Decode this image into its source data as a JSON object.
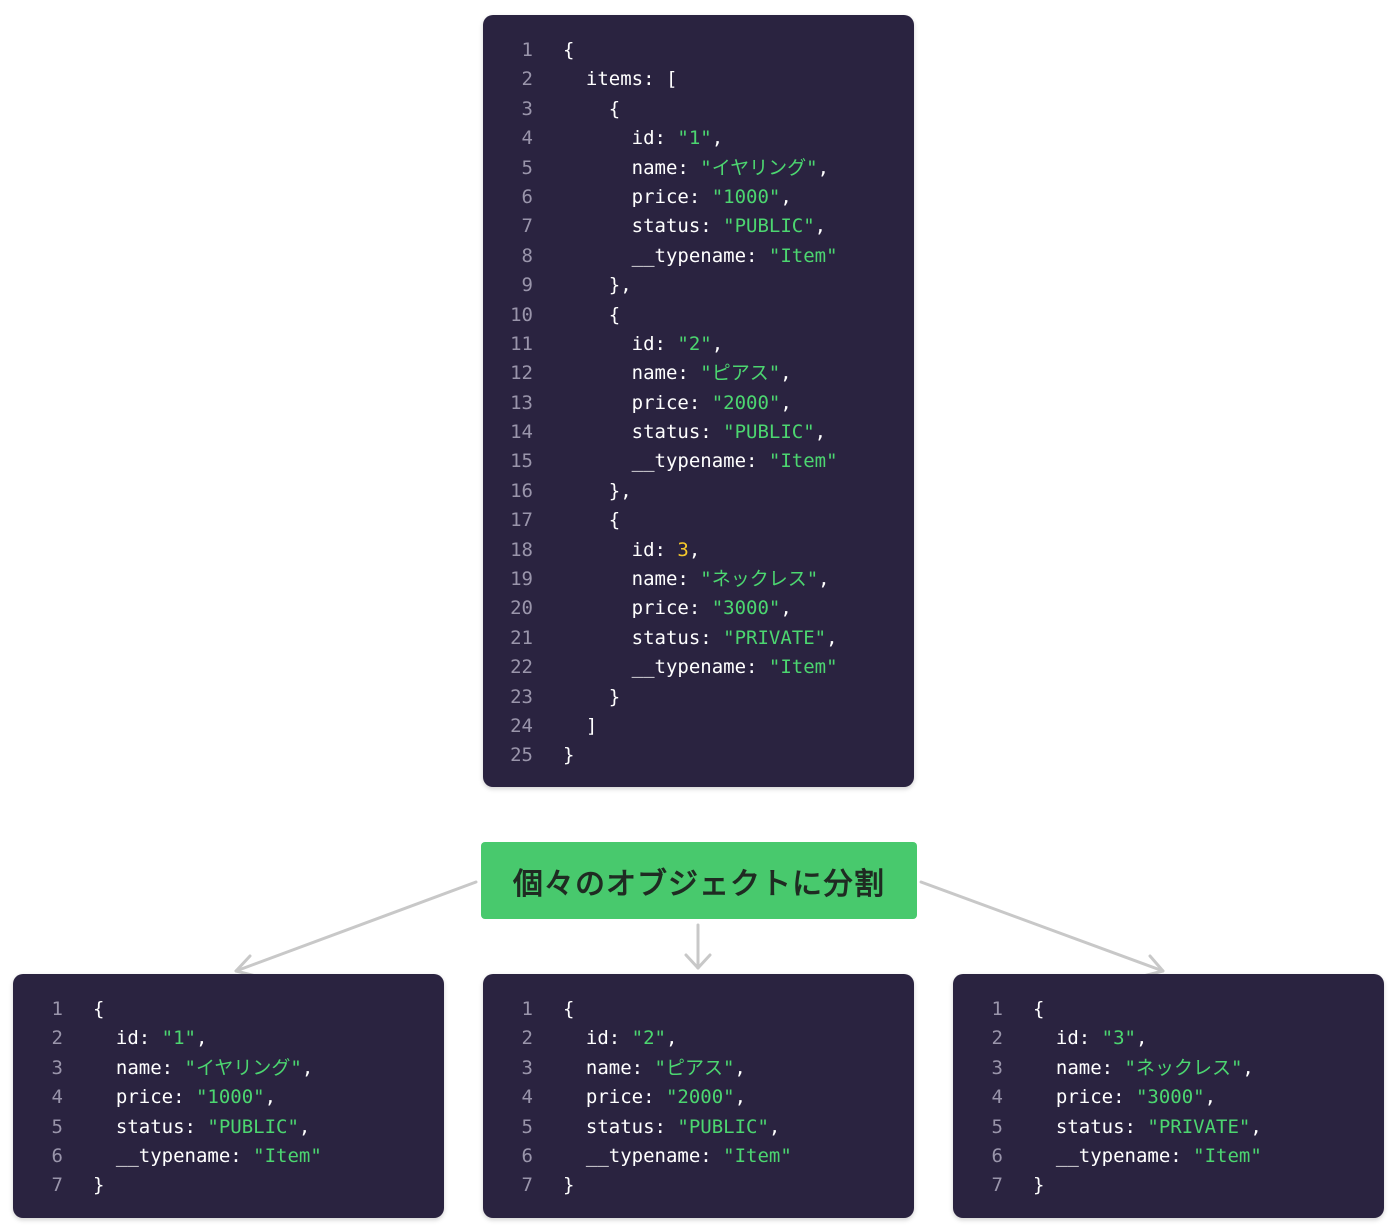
{
  "split_label": "個々のオブジェクトに分割",
  "colors": {
    "panel_bg": "#2a2340",
    "line_number": "#9a95ab",
    "plain_text": "#ffffff",
    "string": "#4cd670",
    "number": "#f5c82b",
    "label_bg": "#48c96d",
    "arrow": "#c8c8c8"
  },
  "main_code": [
    {
      "num": "1",
      "tokens": [
        [
          "plain",
          "{"
        ]
      ]
    },
    {
      "num": "2",
      "tokens": [
        [
          "plain",
          "  items: ["
        ]
      ]
    },
    {
      "num": "3",
      "tokens": [
        [
          "plain",
          "    {"
        ]
      ]
    },
    {
      "num": "4",
      "tokens": [
        [
          "plain",
          "      id: "
        ],
        [
          "str",
          "\"1\""
        ],
        [
          "plain",
          ","
        ]
      ]
    },
    {
      "num": "5",
      "tokens": [
        [
          "plain",
          "      name: "
        ],
        [
          "str",
          "\"イヤリング\""
        ],
        [
          "plain",
          ","
        ]
      ]
    },
    {
      "num": "6",
      "tokens": [
        [
          "plain",
          "      price: "
        ],
        [
          "str",
          "\"1000\""
        ],
        [
          "plain",
          ","
        ]
      ]
    },
    {
      "num": "7",
      "tokens": [
        [
          "plain",
          "      status: "
        ],
        [
          "str",
          "\"PUBLIC\""
        ],
        [
          "plain",
          ","
        ]
      ]
    },
    {
      "num": "8",
      "tokens": [
        [
          "plain",
          "      __typename: "
        ],
        [
          "str",
          "\"Item\""
        ]
      ]
    },
    {
      "num": "9",
      "tokens": [
        [
          "plain",
          "    },"
        ]
      ]
    },
    {
      "num": "10",
      "tokens": [
        [
          "plain",
          "    {"
        ]
      ]
    },
    {
      "num": "11",
      "tokens": [
        [
          "plain",
          "      id: "
        ],
        [
          "str",
          "\"2\""
        ],
        [
          "plain",
          ","
        ]
      ]
    },
    {
      "num": "12",
      "tokens": [
        [
          "plain",
          "      name: "
        ],
        [
          "str",
          "\"ピアス\""
        ],
        [
          "plain",
          ","
        ]
      ]
    },
    {
      "num": "13",
      "tokens": [
        [
          "plain",
          "      price: "
        ],
        [
          "str",
          "\"2000\""
        ],
        [
          "plain",
          ","
        ]
      ]
    },
    {
      "num": "14",
      "tokens": [
        [
          "plain",
          "      status: "
        ],
        [
          "str",
          "\"PUBLIC\""
        ],
        [
          "plain",
          ","
        ]
      ]
    },
    {
      "num": "15",
      "tokens": [
        [
          "plain",
          "      __typename: "
        ],
        [
          "str",
          "\"Item\""
        ]
      ]
    },
    {
      "num": "16",
      "tokens": [
        [
          "plain",
          "    },"
        ]
      ]
    },
    {
      "num": "17",
      "tokens": [
        [
          "plain",
          "    {"
        ]
      ]
    },
    {
      "num": "18",
      "tokens": [
        [
          "plain",
          "      id: "
        ],
        [
          "num",
          "3"
        ],
        [
          "plain",
          ","
        ]
      ]
    },
    {
      "num": "19",
      "tokens": [
        [
          "plain",
          "      name: "
        ],
        [
          "str",
          "\"ネックレス\""
        ],
        [
          "plain",
          ","
        ]
      ]
    },
    {
      "num": "20",
      "tokens": [
        [
          "plain",
          "      price: "
        ],
        [
          "str",
          "\"3000\""
        ],
        [
          "plain",
          ","
        ]
      ]
    },
    {
      "num": "21",
      "tokens": [
        [
          "plain",
          "      status: "
        ],
        [
          "str",
          "\"PRIVATE\""
        ],
        [
          "plain",
          ","
        ]
      ]
    },
    {
      "num": "22",
      "tokens": [
        [
          "plain",
          "      __typename: "
        ],
        [
          "str",
          "\"Item\""
        ]
      ]
    },
    {
      "num": "23",
      "tokens": [
        [
          "plain",
          "    }"
        ]
      ]
    },
    {
      "num": "24",
      "tokens": [
        [
          "plain",
          "  ]"
        ]
      ]
    },
    {
      "num": "25",
      "tokens": [
        [
          "plain",
          "}"
        ]
      ]
    }
  ],
  "objects": [
    [
      {
        "num": "1",
        "tokens": [
          [
            "plain",
            "{"
          ]
        ]
      },
      {
        "num": "2",
        "tokens": [
          [
            "plain",
            "  id: "
          ],
          [
            "str",
            "\"1\""
          ],
          [
            "plain",
            ","
          ]
        ]
      },
      {
        "num": "3",
        "tokens": [
          [
            "plain",
            "  name: "
          ],
          [
            "str",
            "\"イヤリング\""
          ],
          [
            "plain",
            ","
          ]
        ]
      },
      {
        "num": "4",
        "tokens": [
          [
            "plain",
            "  price: "
          ],
          [
            "str",
            "\"1000\""
          ],
          [
            "plain",
            ","
          ]
        ]
      },
      {
        "num": "5",
        "tokens": [
          [
            "plain",
            "  status: "
          ],
          [
            "str",
            "\"PUBLIC\""
          ],
          [
            "plain",
            ","
          ]
        ]
      },
      {
        "num": "6",
        "tokens": [
          [
            "plain",
            "  __typename: "
          ],
          [
            "str",
            "\"Item\""
          ]
        ]
      },
      {
        "num": "7",
        "tokens": [
          [
            "plain",
            "}"
          ]
        ]
      }
    ],
    [
      {
        "num": "1",
        "tokens": [
          [
            "plain",
            "{"
          ]
        ]
      },
      {
        "num": "2",
        "tokens": [
          [
            "plain",
            "  id: "
          ],
          [
            "str",
            "\"2\""
          ],
          [
            "plain",
            ","
          ]
        ]
      },
      {
        "num": "3",
        "tokens": [
          [
            "plain",
            "  name: "
          ],
          [
            "str",
            "\"ピアス\""
          ],
          [
            "plain",
            ","
          ]
        ]
      },
      {
        "num": "4",
        "tokens": [
          [
            "plain",
            "  price: "
          ],
          [
            "str",
            "\"2000\""
          ],
          [
            "plain",
            ","
          ]
        ]
      },
      {
        "num": "5",
        "tokens": [
          [
            "plain",
            "  status: "
          ],
          [
            "str",
            "\"PUBLIC\""
          ],
          [
            "plain",
            ","
          ]
        ]
      },
      {
        "num": "6",
        "tokens": [
          [
            "plain",
            "  __typename: "
          ],
          [
            "str",
            "\"Item\""
          ]
        ]
      },
      {
        "num": "7",
        "tokens": [
          [
            "plain",
            "}"
          ]
        ]
      }
    ],
    [
      {
        "num": "1",
        "tokens": [
          [
            "plain",
            "{"
          ]
        ]
      },
      {
        "num": "2",
        "tokens": [
          [
            "plain",
            "  id: "
          ],
          [
            "str",
            "\"3\""
          ],
          [
            "plain",
            ","
          ]
        ]
      },
      {
        "num": "3",
        "tokens": [
          [
            "plain",
            "  name: "
          ],
          [
            "str",
            "\"ネックレス\""
          ],
          [
            "plain",
            ","
          ]
        ]
      },
      {
        "num": "4",
        "tokens": [
          [
            "plain",
            "  price: "
          ],
          [
            "str",
            "\"3000\""
          ],
          [
            "plain",
            ","
          ]
        ]
      },
      {
        "num": "5",
        "tokens": [
          [
            "plain",
            "  status: "
          ],
          [
            "str",
            "\"PRIVATE\""
          ],
          [
            "plain",
            ","
          ]
        ]
      },
      {
        "num": "6",
        "tokens": [
          [
            "plain",
            "  __typename: "
          ],
          [
            "str",
            "\"Item\""
          ]
        ]
      },
      {
        "num": "7",
        "tokens": [
          [
            "plain",
            "}"
          ]
        ]
      }
    ]
  ]
}
